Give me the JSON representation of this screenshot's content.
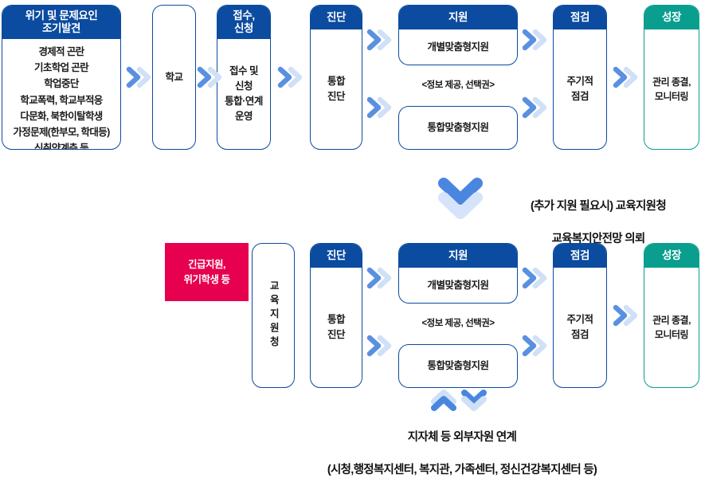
{
  "colors": {
    "header_blue": "#0b4ba0",
    "header_teal": "#0a9e8e",
    "pink": "#e6004f",
    "arrow_dark": "#5a90e0",
    "arrow_light": "#cfe0f7",
    "big_arrow_dark": "#4a86e0",
    "big_arrow_light": "#d6e4fb",
    "text": "#1a1a1a"
  },
  "row_top": {
    "risk_card": {
      "header": "위기 및 문제요인\n조기발견",
      "items": [
        "경제적 곤란",
        "기초학업 곤란",
        "학업중단",
        "학교폭력, 학교부적응",
        "다문화, 북한이탈학생",
        "가정문제(한부모, 학대등)",
        "신취약계층 등"
      ]
    },
    "school_box": {
      "label": "학교"
    },
    "intake_card": {
      "header": "접수,\n신청",
      "body": "접수 및\n신청\n통합·연계\n운영"
    },
    "diagnosis_card": {
      "header": "진단",
      "body": "통합\n진단"
    },
    "support_card": {
      "header": "지원",
      "sub_top": "개별맞춤형지원",
      "note": "<정보 제공, 선택권>",
      "sub_bottom": "통합맞춤형지원"
    },
    "check_card": {
      "header": "점검",
      "body": "주기적\n점검"
    },
    "growth_card": {
      "header": "성장",
      "body": "관리 종결,\n모니터링"
    }
  },
  "middle_caption": {
    "line1": "(추가 지원 필요시) 교육지원청",
    "line2": "교육복지안전망 의뢰"
  },
  "row_bottom": {
    "urgent_box": {
      "label": "긴급지원,\n위기학생 등"
    },
    "office_box": {
      "label": "교육지원청"
    },
    "diagnosis_card": {
      "header": "진단",
      "body": "통합\n진단"
    },
    "support_card": {
      "header": "지원",
      "sub_top": "개별맞춤형지원",
      "note": "<정보 제공, 선택권>",
      "sub_bottom": "통합맞춤형지원"
    },
    "check_card": {
      "header": "점검",
      "body": "주기적\n점검"
    },
    "growth_card": {
      "header": "성장",
      "body": "관리 종결,\n모니터링"
    }
  },
  "bottom_caption": {
    "line1": "지자체 등 외부자원 연계",
    "line2": "(시청,행정복지센터, 복지관, 가족센터, 정신건강복지센터 등)"
  },
  "icons": {
    "chevron_right": "double-chevron-right-icon",
    "chevron_down_big": "double-chevron-down-icon",
    "chevron_up_small": "double-chevron-up-icon",
    "chevron_down_small": "double-chevron-down-small-icon"
  }
}
